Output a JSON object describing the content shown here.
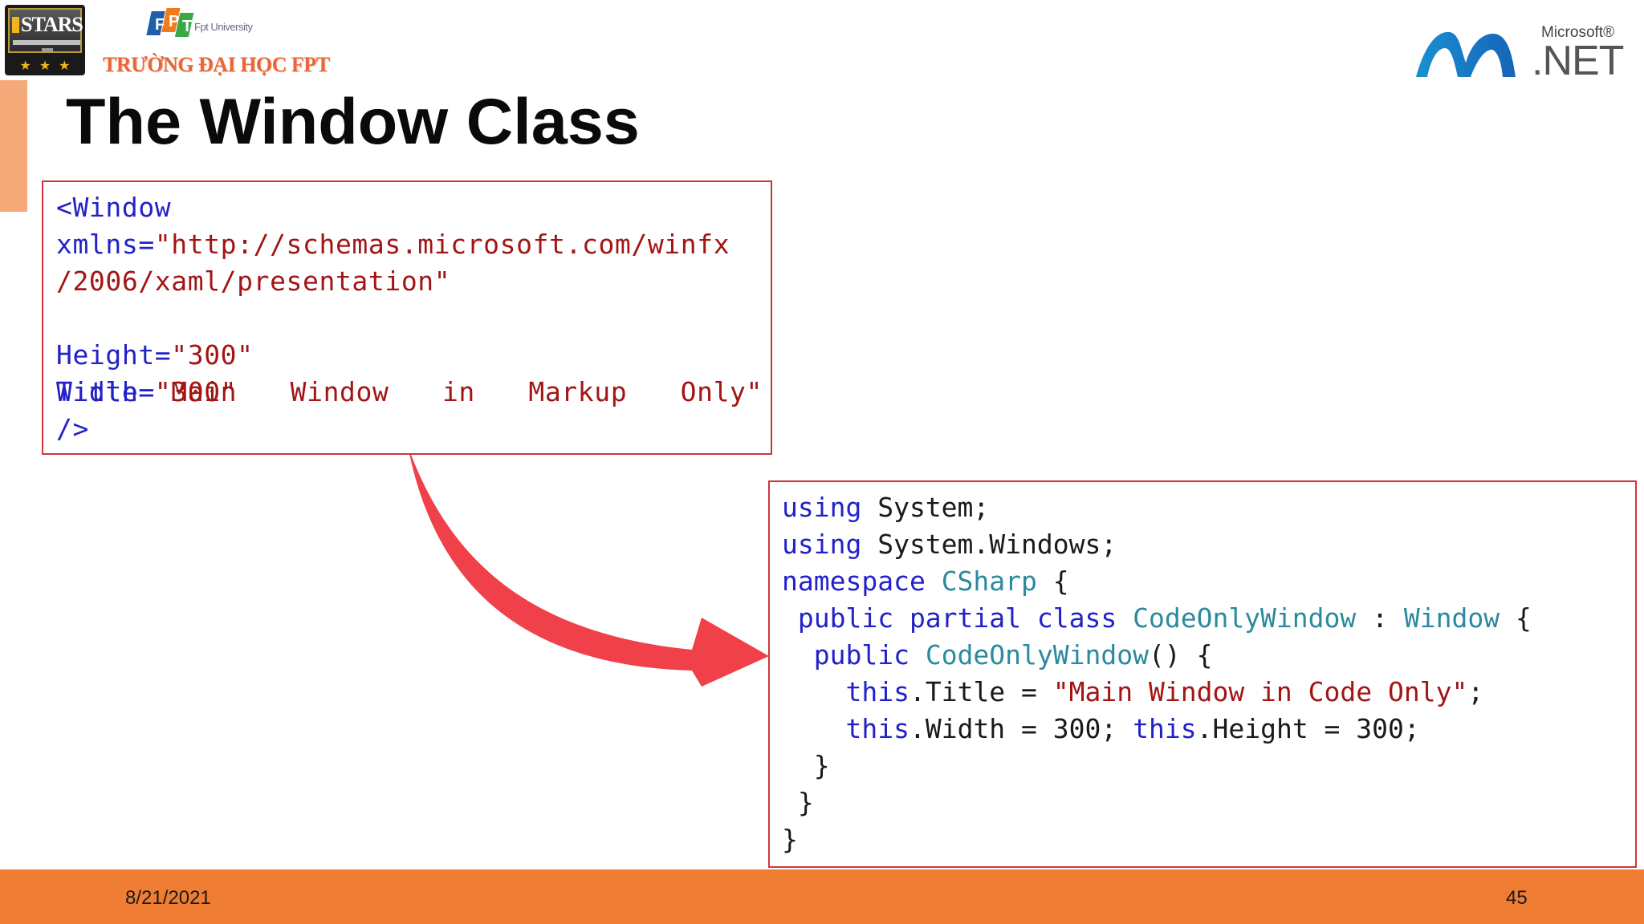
{
  "header": {
    "stars_logo_text": "STARS",
    "fpt_logo_letters": [
      "F",
      "P",
      "T"
    ],
    "fpt_university_text": "Fpt University",
    "school_name": "TRƯỜNG ĐẠI HỌC FPT",
    "microsoft_text": "Microsoft®",
    "net_text": ".NET"
  },
  "slide": {
    "title": "The Window Class"
  },
  "xaml_code": {
    "line1": "<Window",
    "line2_attr": "xmlns=",
    "line2_val": "\"http://schemas.microsoft.com/winfx",
    "line3_val": "/2006/xaml/presentation\"",
    "line4_attr": "Title=",
    "line4_words": [
      "\"Main",
      "Window",
      "in",
      "Markup",
      "Only\""
    ],
    "line5_attr": "Height=",
    "line5_val": "\"300\"",
    "line6_attr": "Width=",
    "line6_val": "\"300\"",
    "line7": "/>"
  },
  "csharp_code": {
    "kw_using": "using",
    "l1_rest": " System;",
    "l2_rest": " System.Windows;",
    "kw_namespace": "namespace",
    "l3_ns": "CSharp",
    "l3_rest": " {",
    "l4_kw": " public partial class",
    "l4_cls": "CodeOnlyWindow",
    "l4_colon": " : ",
    "l4_base": "Window",
    "l4_rest": " {",
    "l5_kw": "  public",
    "l5_cls": "CodeOnlyWindow",
    "l5_rest": "() {",
    "kw_this": "this",
    "l6_mid": ".Title = ",
    "l6_str": "\"Main Window in Code Only\"",
    "l6_end": ";",
    "l7_mid1": ".Width = 300; ",
    "l7_mid2": ".Height = 300;",
    "l8": "  }",
    "l9": " }",
    "l10": "}"
  },
  "footer": {
    "date": "8/21/2021",
    "page_number": "45"
  },
  "colors": {
    "accent_orange": "#ef7d34",
    "box_border": "#d0343a",
    "arrow_red": "#f0404a"
  }
}
